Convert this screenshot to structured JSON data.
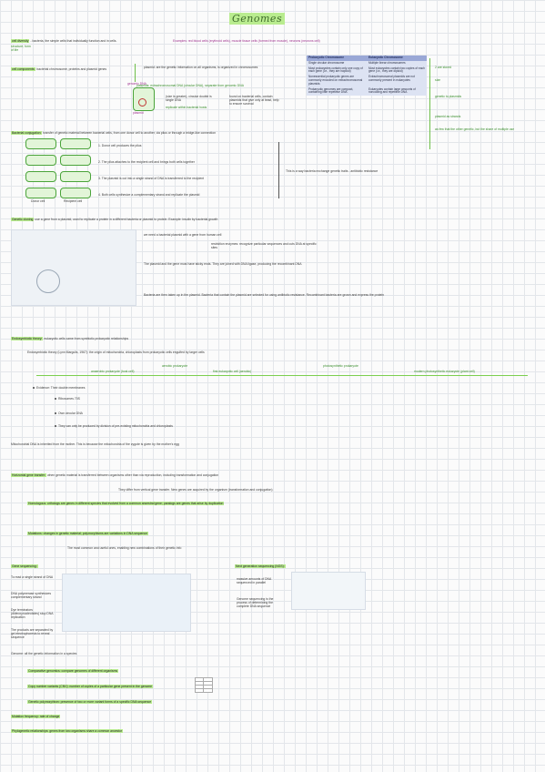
{
  "title": "Genomes",
  "sec1": {
    "head": "cell diversity",
    "text": "- bacteria, the simple cells that individually function and  in cells.",
    "examples": "Examples: red blood cells (erythroid cells), muscle tissue cells (formed from muscle), neurons (neurons cell)",
    "side": "structure; form of life"
  },
  "sec2": {
    "head": "cell components:",
    "text": "bacterial chromosome, proteins and plasmid genes",
    "notes": [
      "plasmid: are the genetic information on all organisms, is organized in chromosomes",
      "plasmids: extrachromosomal DNA (circular DNA), separate from genomic DNA",
      "(size is greater), circular double is single DNA",
      "found on bacterial cells, contain plasmids that give only at least, help to ensure survival",
      "replicate within bacterial hosts"
    ],
    "labels": {
      "genomic": "genomic DNA",
      "plasmid": "plasmid"
    },
    "table": {
      "headers": [
        "Prokaryotic Chromosome",
        "Eukaryotic Chromosome"
      ],
      "rows": [
        [
          "Single circular chromosome",
          "Multiple linear chromosomes"
        ],
        [
          "Most prokaryotes contain only one copy of each gene (i.e., they are haploid)",
          "Most eukaryotes contain two copies of each gene (i.e., they are diploid)"
        ],
        [
          "Nonessential prokaryotic genes are commonly encoded on extrachromosomal plasmids",
          "Extrachromosomal plasmids are not commonly present in eukaryotes"
        ],
        [
          "Prokaryotic genomes are compact, containing little repetitive DNA",
          "Eukaryotes contain large amounts of noncoding and repetitive DNA"
        ]
      ],
      "right_notes": [
        "2 are stored",
        "size",
        "genetic to plasmids",
        "plasmid as strands",
        "as few that the other genetic, but the share of multiple use"
      ]
    }
  },
  "sec3": {
    "head": "Bacterial conjugation:",
    "text": "transfer of genetic material between bacterial cells, from one donor cell to another, via pilus or through a bridge-like connection",
    "steps": [
      "1. Donor cell produces the pilus",
      "2. The pilus attaches to the recipient cell and brings both cells together",
      "3. The plasmid is cut into a single strand of DNA is transferred to the recipient",
      "4. Both cells synthesize a complementary strand and replicate the plasmid"
    ],
    "right": "This is a way bacteria exchange genetic traits - antibiotic resistance",
    "fig": [
      "Donor cell",
      "Recipient cell"
    ]
  },
  "sec4": {
    "head": "Genetic cloning",
    "text": "use a gene from a plasmid, used to replicate a protein in a different bacteria or plasmid to protein. Example: insulin by bacterial growth",
    "notes": [
      "we need a bacterial plasmid with a gene from human cell",
      "restriction enzymes: recognize particular sequences and cuts DNA at specific sites",
      "The plasmid and the gene must have sticky ends. They are joined with DNA ligase, producing the recombinant DNA",
      "Bacteria are then taken up in the plasmid. Bacteria that contain the plasmid are selected for using antibiotic resistance. Recombinant bacteria are grown and express the protein"
    ]
  },
  "sec5": {
    "head": "Endosymbiotic theory:",
    "text": "eukaryotic cells came from symbiotic prokaryotic relationships",
    "sub": "Endosymbiotic theory (Lynn Margulis, 1967): the origin of mitochondria, chloroplasts from prokaryotic cells engulfed by larger cells",
    "chain": [
      "anaerobic prokaryote (host cell)",
      "aerobic prokaryote",
      "first eukaryotic cell (aerobic)",
      "photosynthetic prokaryote",
      "modern photosynthetic eukaryote (plant cell)"
    ],
    "evidence": [
      "Evidence: Their double membranes",
      "Ribosomes 70S",
      "Own circular DNA",
      "They can only be produced by division of pre-existing mitochondria and chloroplasts"
    ],
    "genomes": "Mitochondrial DNA is inherited from the mother. This is because the mitochondria of the zygote is given by the mother's egg"
  },
  "sec6": {
    "head": "Horizontal gene transfer:",
    "text": "when genetic material is transferred between organisms other than via reproduction, including transformation and conjugation",
    "note2": "They differ from vertical gene transfer. New genes are acquired by the organism (transformation and conjugation)",
    "homology": "Homologous: orthologs are genes in different species that evolved from a common ancestral gene; paralogs are genes that arise by duplication",
    "mutation": "Mutations: changes in genetic material; polymorphisms are variations in DNA sequence",
    "note3": "The most common and useful ones, enabling new combinations of their genetic info"
  },
  "sec7": {
    "head": "Gene sequencing:",
    "left": [
      "To read a single strand of DNA",
      "DNA polymerase synthesizes complementary strand",
      "Dye terminators (dideoxynucleotides) stop DNA replication",
      "The products are separated by gel electrophoresis to reveal sequence"
    ],
    "right_head": "Next generation sequencing (NGS):",
    "right": [
      "massive amounts of DNA sequenced in parallel",
      "Genome sequencing is the process of determining the complete DNA sequence"
    ],
    "results": "Genome: all the genetic information in a species",
    "list": [
      "Comparative genomics: compare genomes of different organisms",
      "Copy number variants (CNV): number of copies of a particular gene present in the genome",
      "Genetic polymorphism: presence of two or more variant forms of a specific DNA sequence",
      "Mutation frequency: rate of change",
      "Phylogenetic relationships: genes from two organisms share a common ancestor"
    ]
  }
}
